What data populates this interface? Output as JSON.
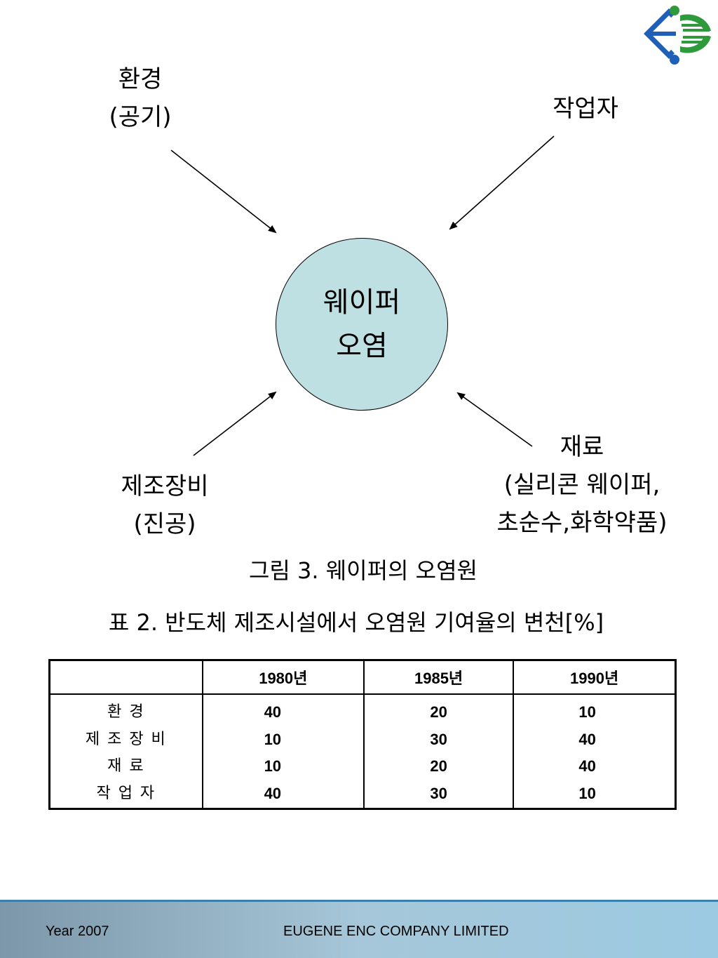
{
  "labels": {
    "environment": [
      "환경",
      "(공기)"
    ],
    "worker": [
      "작업자"
    ],
    "equipment": [
      "제조장비",
      "(진공)"
    ],
    "material": [
      "재료",
      "(실리콘 웨이퍼,",
      "초순수,화학약품)"
    ]
  },
  "center": {
    "line1": "웨이퍼",
    "line2": "오염"
  },
  "figure_caption": "그림 3. 웨이퍼의 오염원",
  "table_caption": "표 2. 반도체 제조시설에서 오염원 기여율의 변천[%]",
  "table": {
    "headers": [
      "",
      "1980년",
      "1985년",
      "1990년"
    ],
    "rows": [
      [
        "환 경",
        "40",
        "20",
        "10"
      ],
      [
        "제 조 장 비",
        "10",
        "30",
        "40"
      ],
      [
        "재 료",
        "10",
        "20",
        "40"
      ],
      [
        "작 업 자",
        "40",
        "30",
        "10"
      ]
    ]
  },
  "footer": {
    "year": "Year 2007",
    "company": "EUGENE ENC COMPANY LIMITED"
  },
  "colors": {
    "circle_fill": "#bfe0e3",
    "logo_blue": "#1f5fb8",
    "logo_green": "#2e9a3c",
    "footer_line": "#3b7fae"
  }
}
